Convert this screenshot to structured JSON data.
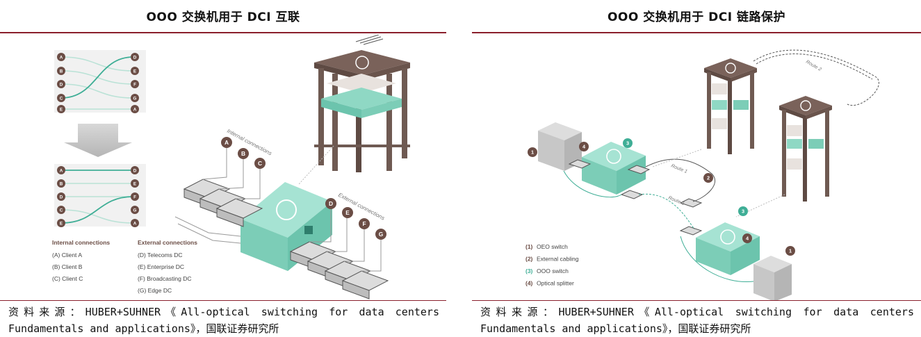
{
  "left": {
    "title": "OOO 交换机用于 DCI 互联",
    "source_line1": "资料来源：HUBER+SUHNER《All-optical switching for data centers",
    "source_line2": "Fundamentals and applications》，国联证券研究所",
    "matrix_before": {
      "left_ports": [
        "A",
        "B",
        "D",
        "C",
        "E"
      ],
      "right_ports": [
        "D",
        "E",
        "F",
        "G",
        "A"
      ]
    },
    "matrix_after": {
      "left_ports": [
        "A",
        "B",
        "D",
        "C",
        "E"
      ],
      "right_ports": [
        "D",
        "E",
        "F",
        "G",
        "A"
      ]
    },
    "legend": {
      "internal_header": "Internal connections",
      "internal_items": [
        "(A) Client A",
        "(B) Client B",
        "(C) Client C"
      ],
      "external_header": "External connections",
      "external_items": [
        "(D) Telecoms DC",
        "(E) Enterprise DC",
        "(F) Broadcasting DC",
        "(G) Edge DC"
      ]
    },
    "diagram_labels": {
      "internal": "Internal connections",
      "external": "External connections",
      "client_markers": [
        "A",
        "B",
        "C"
      ],
      "external_markers": [
        "D",
        "E",
        "F",
        "G"
      ]
    }
  },
  "right": {
    "title": "OOO 交换机用于 DCI 链路保护",
    "source_line1": "资料来源：HUBER+SUHNER《All-optical switching for data centers",
    "source_line2": "Fundamentals and applications》，国联证券研究所",
    "legend": [
      {
        "num": "(1)",
        "label": "OEO switch"
      },
      {
        "num": "(2)",
        "label": "External cabling"
      },
      {
        "num": "(3)",
        "label": "OOO switch"
      },
      {
        "num": "(4)",
        "label": "Optical splitter"
      }
    ],
    "route_labels": [
      "Route 1",
      "Route 2",
      "Route 1"
    ],
    "markers": [
      "1",
      "4",
      "3",
      "2",
      "3",
      "4",
      "1"
    ]
  },
  "colors": {
    "rule": "#8a1f2c",
    "marker": "#6b4d45",
    "teal": "#8fd8c4",
    "teal_dark": "#3fae96",
    "rack": "#6f5a52"
  }
}
